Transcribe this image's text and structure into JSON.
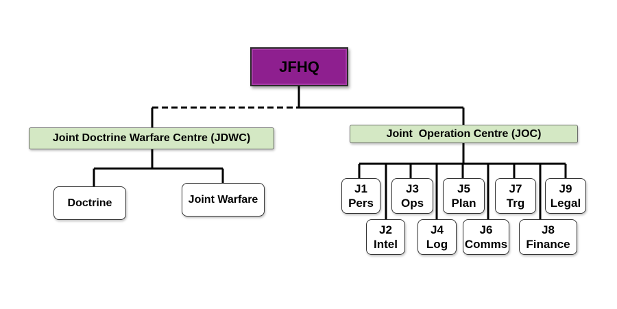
{
  "root": {
    "label": "JFHQ",
    "color": "#8e1f8f"
  },
  "jdwc": {
    "label": "Joint Doctrine Warfare Centre (JDWC)",
    "children": [
      "Doctrine",
      "Joint Warfare"
    ]
  },
  "joc": {
    "label": "Joint  Operation Centre (JOC)",
    "children": [
      {
        "code": "J1",
        "name": "Pers"
      },
      {
        "code": "J2",
        "name": "Intel"
      },
      {
        "code": "J3",
        "name": "Ops"
      },
      {
        "code": "J4",
        "name": "Log"
      },
      {
        "code": "J5",
        "name": "Plan"
      },
      {
        "code": "J6",
        "name": "Comms"
      },
      {
        "code": "J7",
        "name": "Trg"
      },
      {
        "code": "J8",
        "name": "Finance"
      },
      {
        "code": "J9",
        "name": "Legal"
      }
    ]
  },
  "colors": {
    "centre_fill": "#d4e8c4",
    "line": "#000000"
  }
}
